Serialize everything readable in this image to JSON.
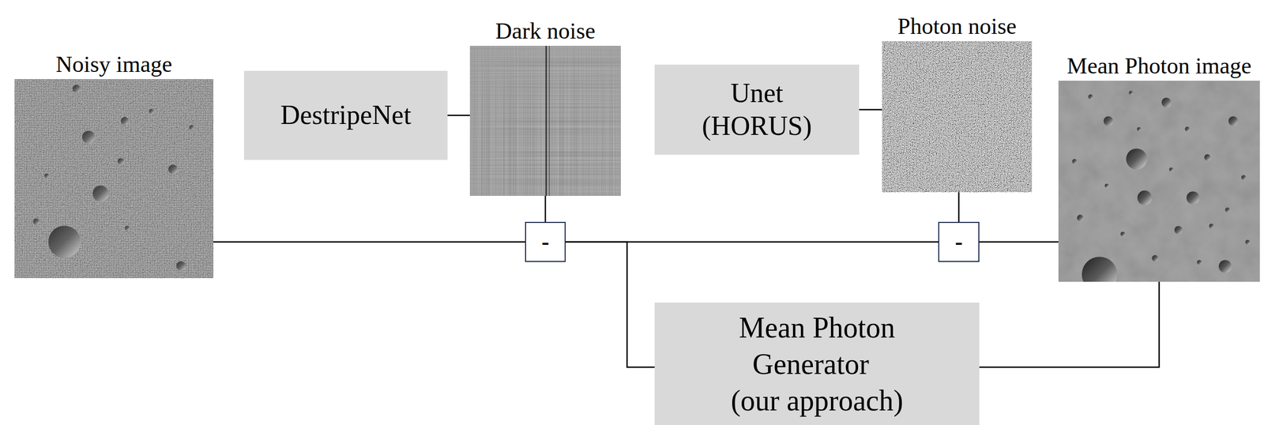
{
  "diagram": {
    "nodes": [
      {
        "text": [
          "Noisy image"
        ]
      },
      {
        "text": [
          "DestripeNet"
        ]
      },
      {
        "text": [
          "Dark noise"
        ]
      },
      {
        "text": [
          "Unet (HORUS)"
        ]
      },
      {
        "text": [
          "Photon noise"
        ]
      },
      {
        "text": [
          "Mean Photon image"
        ]
      },
      {
        "text": [
          "-"
        ]
      },
      {
        "text": [
          "-"
        ]
      },
      {
        "text": [
          "Mean Photon Generator (our approach)"
        ]
      }
    ],
    "edges": [
      {
        "from": 1,
        "to": 2,
        "arrow": "none"
      },
      {
        "from": 0,
        "to": 6,
        "arrow": "none"
      },
      {
        "from": 2,
        "to": 6,
        "arrow": "none"
      },
      {
        "from": 6,
        "to": 7,
        "arrow": "none"
      },
      {
        "from": 6,
        "to": 8,
        "arrow": "none"
      },
      {
        "from": 3,
        "to": 4,
        "arrow": "none"
      },
      {
        "from": 4,
        "to": 7,
        "arrow": "none"
      },
      {
        "from": 7,
        "to": 5,
        "arrow": "none"
      },
      {
        "from": 5,
        "to": 8,
        "arrow": "none"
      }
    ]
  }
}
